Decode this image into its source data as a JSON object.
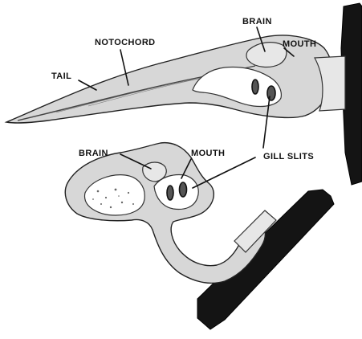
{
  "labels": {
    "brain_top": "BRAIN",
    "mouth_top": "MOUTH",
    "notochord": "NOTOCHORD",
    "tail": "TAIL",
    "brain_bottom": "BRAIN",
    "mouth_bottom": "MOUTH",
    "gill_slits": "GILL SLITS"
  },
  "colors": {
    "ink": "#111111",
    "tissue": "#d7d7d7",
    "stand": "#141414"
  }
}
